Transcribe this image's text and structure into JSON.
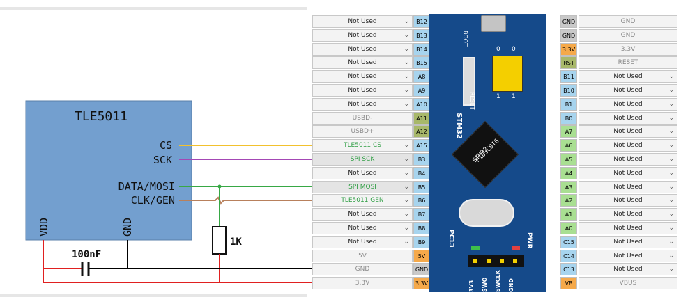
{
  "schematic": {
    "chip_title": "TLE5011",
    "pin_labels": {
      "cs": "CS",
      "sck": "SCK",
      "data": "DATA/MOSI",
      "clk": "CLK/GEN",
      "vdd": "VDD",
      "gnd": "GND"
    },
    "capacitor": "100nF",
    "resistor": "1K"
  },
  "wire_colors": {
    "cs": "#f2c12e",
    "sck": "#a447b5",
    "data": "#37a845",
    "clk": "#b8805c",
    "ground": "#000000",
    "power": "#e02020"
  },
  "pin_colors": {
    "blue": "#a7d4ee",
    "olive": "#a8b86a",
    "orange": "#f5a94a",
    "green": "#a9df92",
    "gray": "#c9c9c9",
    "white": "#f3f3f3"
  },
  "board": {
    "name": "STM32",
    "chip_lines": [
      "STM32",
      "F103C8T6"
    ],
    "crystal_label": "",
    "reset_label": "RESET",
    "pc13_label": "PC13",
    "pwr_label": "PWR",
    "header_pins": [
      "3V3",
      "SWO",
      "SWCLK",
      "GND"
    ],
    "jumper_labels": [
      "0",
      "0",
      "1",
      "1"
    ],
    "boot_label": "BOOT"
  },
  "left_pins": [
    {
      "sel": "Not Used",
      "pin": "B12",
      "board": "B12",
      "color": "blue",
      "style": "normal",
      "arrow": true
    },
    {
      "sel": "Not Used",
      "pin": "B13",
      "board": "B13",
      "color": "blue",
      "style": "normal",
      "arrow": true
    },
    {
      "sel": "Not Used",
      "pin": "B14",
      "board": "B14",
      "color": "blue",
      "style": "normal",
      "arrow": true
    },
    {
      "sel": "Not Used",
      "pin": "B15",
      "board": "B15",
      "color": "blue",
      "style": "normal",
      "arrow": true
    },
    {
      "sel": "Not Used",
      "pin": "A8",
      "board": "A8",
      "color": "blue",
      "style": "normal",
      "arrow": true
    },
    {
      "sel": "Not Used",
      "pin": "A9",
      "board": "A9",
      "color": "blue",
      "style": "normal",
      "arrow": true
    },
    {
      "sel": "Not Used",
      "pin": "A10",
      "board": "A10",
      "color": "blue",
      "style": "normal",
      "arrow": true
    },
    {
      "sel": "USBD-",
      "pin": "A11",
      "board": "A11",
      "color": "olive",
      "style": "gray",
      "arrow": false
    },
    {
      "sel": "USBD+",
      "pin": "A12",
      "board": "A12",
      "color": "olive",
      "style": "gray",
      "arrow": false
    },
    {
      "sel": "TLE5011 CS",
      "pin": "A15",
      "board": "A15",
      "color": "blue",
      "style": "green",
      "arrow": true
    },
    {
      "sel": "SPI SCK",
      "pin": "B3",
      "board": "B3",
      "color": "blue",
      "style": "green-dim",
      "arrow": true
    },
    {
      "sel": "Not Used",
      "pin": "B4",
      "board": "B4",
      "color": "blue",
      "style": "normal",
      "arrow": true
    },
    {
      "sel": "SPI MOSI",
      "pin": "B5",
      "board": "B5",
      "color": "blue",
      "style": "green-dim",
      "arrow": true
    },
    {
      "sel": "TLE5011 GEN",
      "pin": "B6",
      "board": "B6",
      "color": "blue",
      "style": "green",
      "arrow": true
    },
    {
      "sel": "Not Used",
      "pin": "B7",
      "board": "B7",
      "color": "blue",
      "style": "normal",
      "arrow": true
    },
    {
      "sel": "Not Used",
      "pin": "B8",
      "board": "B8",
      "color": "blue",
      "style": "normal",
      "arrow": true
    },
    {
      "sel": "Not Used",
      "pin": "B9",
      "board": "B9",
      "color": "blue",
      "style": "normal",
      "arrow": true
    },
    {
      "sel": "5V",
      "pin": "5V",
      "board": "5V",
      "color": "orange",
      "style": "gray",
      "arrow": false
    },
    {
      "sel": "GND",
      "pin": "GND",
      "board": "G",
      "color": "gray",
      "style": "gray",
      "arrow": false
    },
    {
      "sel": "3.3V",
      "pin": "3.3V",
      "board": "3.3",
      "color": "orange",
      "style": "gray",
      "arrow": false
    }
  ],
  "right_pins": [
    {
      "sel": "GND",
      "pin": "GND",
      "board": "G",
      "color": "gray",
      "style": "gray",
      "arrow": false
    },
    {
      "sel": "GND",
      "pin": "GND",
      "board": "G",
      "color": "gray",
      "style": "gray",
      "arrow": false
    },
    {
      "sel": "3.3V",
      "pin": "3.3V",
      "board": "3.3",
      "color": "orange",
      "style": "gray",
      "arrow": false
    },
    {
      "sel": "RESET",
      "pin": "RST",
      "board": "R",
      "color": "olive",
      "style": "gray",
      "arrow": false
    },
    {
      "sel": "Not Used",
      "pin": "B11",
      "board": "B11",
      "color": "blue",
      "style": "normal",
      "arrow": true
    },
    {
      "sel": "Not Used",
      "pin": "B10",
      "board": "B10",
      "color": "blue",
      "style": "normal",
      "arrow": true
    },
    {
      "sel": "Not Used",
      "pin": "B1",
      "board": "B1",
      "color": "blue",
      "style": "normal",
      "arrow": true
    },
    {
      "sel": "Not Used",
      "pin": "B0",
      "board": "B0",
      "color": "blue",
      "style": "normal",
      "arrow": true
    },
    {
      "sel": "Not Used",
      "pin": "A7",
      "board": "A7",
      "color": "green",
      "style": "normal",
      "arrow": true
    },
    {
      "sel": "Not Used",
      "pin": "A6",
      "board": "A6",
      "color": "green",
      "style": "normal",
      "arrow": true
    },
    {
      "sel": "Not Used",
      "pin": "A5",
      "board": "A5",
      "color": "green",
      "style": "normal",
      "arrow": true
    },
    {
      "sel": "Not Used",
      "pin": "A4",
      "board": "A4",
      "color": "green",
      "style": "normal",
      "arrow": true
    },
    {
      "sel": "Not Used",
      "pin": "A3",
      "board": "A3",
      "color": "green",
      "style": "normal",
      "arrow": true
    },
    {
      "sel": "Not Used",
      "pin": "A2",
      "board": "A2",
      "color": "green",
      "style": "normal",
      "arrow": true
    },
    {
      "sel": "Not Used",
      "pin": "A1",
      "board": "A1",
      "color": "green",
      "style": "normal",
      "arrow": true
    },
    {
      "sel": "Not Used",
      "pin": "A0",
      "board": "A0",
      "color": "green",
      "style": "normal",
      "arrow": true
    },
    {
      "sel": "Not Used",
      "pin": "C15",
      "board": "C15",
      "color": "blue",
      "style": "normal",
      "arrow": true
    },
    {
      "sel": "Not Used",
      "pin": "C14",
      "board": "C14",
      "color": "blue",
      "style": "normal",
      "arrow": true
    },
    {
      "sel": "Not Used",
      "pin": "C13",
      "board": "C13",
      "color": "blue",
      "style": "normal",
      "arrow": true
    },
    {
      "sel": "VBUS",
      "pin": "VB",
      "board": "VB",
      "color": "orange",
      "style": "gray",
      "arrow": false
    }
  ]
}
